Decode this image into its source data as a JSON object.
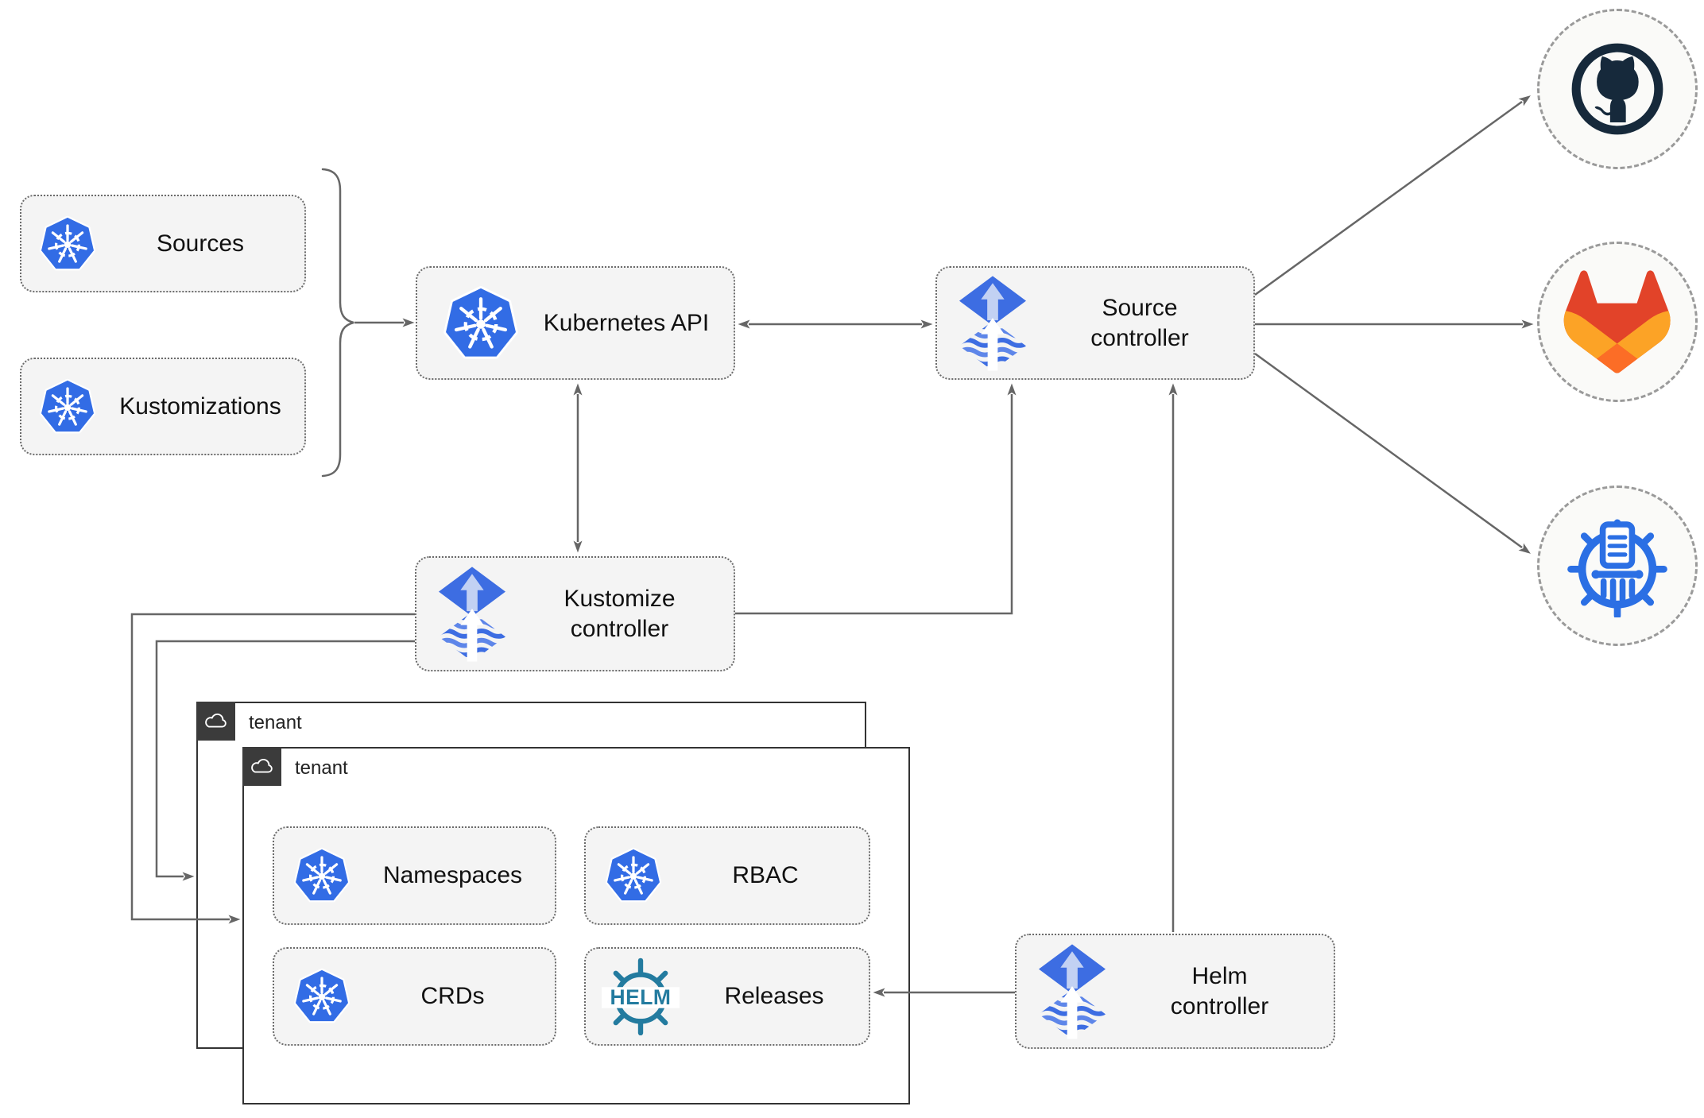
{
  "nodes": {
    "sources": {
      "label": "Sources"
    },
    "kustomizations": {
      "label": "Kustomizations"
    },
    "kubernetes_api": {
      "label": "Kubernetes API"
    },
    "source_controller": {
      "label": "Source controller"
    },
    "kustomize_controller": {
      "label": "Kustomize controller"
    },
    "helm_controller": {
      "label": "Helm controller"
    },
    "tenant_back": {
      "label": "tenant"
    },
    "tenant_front": {
      "label": "tenant"
    },
    "namespaces": {
      "label": "Namespaces"
    },
    "rbac": {
      "label": "RBAC"
    },
    "crds": {
      "label": "CRDs"
    },
    "releases": {
      "label": "Releases"
    }
  },
  "icons": {
    "kubernetes": {
      "name": "kubernetes-logo",
      "color": "#326CE5"
    },
    "flux": {
      "name": "flux-logo",
      "color": "#3D6DE2"
    },
    "helm_wheel": {
      "name": "helm-logo",
      "color": "#237B9F",
      "text": "HELM"
    },
    "cloud": {
      "name": "cloud-icon",
      "color": "#FFFFFF"
    },
    "github": {
      "name": "github-logo",
      "color": "#16293B"
    },
    "gitlab": {
      "name": "gitlab-logo",
      "colors": [
        "#E24329",
        "#FC6D26",
        "#FCA326"
      ]
    },
    "chartmuseum": {
      "name": "chartmuseum-logo",
      "color": "#2B6FE4"
    }
  },
  "edges": [
    {
      "from": "sources-and-kustomizations",
      "to": "kubernetes-api",
      "style": "brace-arrow"
    },
    {
      "from": "kubernetes-api",
      "to": "source-controller",
      "style": "bidirectional"
    },
    {
      "from": "kubernetes-api",
      "to": "kustomize-controller",
      "style": "bidirectional"
    },
    {
      "from": "kustomize-controller",
      "to": "source-controller",
      "style": "arrow"
    },
    {
      "from": "helm-controller",
      "to": "source-controller",
      "style": "arrow"
    },
    {
      "from": "helm-controller",
      "to": "releases",
      "style": "arrow"
    },
    {
      "from": "kustomize-controller",
      "to": "tenant-front",
      "style": "arrow"
    },
    {
      "from": "kustomize-controller",
      "to": "tenant-back",
      "style": "arrow"
    },
    {
      "from": "source-controller",
      "to": "github",
      "style": "arrow"
    },
    {
      "from": "source-controller",
      "to": "gitlab",
      "style": "arrow"
    },
    {
      "from": "source-controller",
      "to": "chartmuseum",
      "style": "arrow"
    }
  ],
  "colors": {
    "connector": "#666666",
    "node_fill": "#F4F4F4",
    "node_border": "#6B6B6B",
    "tenant_border": "#333333",
    "tenant_header_bg": "#3B3B3B",
    "text": "#111111"
  }
}
